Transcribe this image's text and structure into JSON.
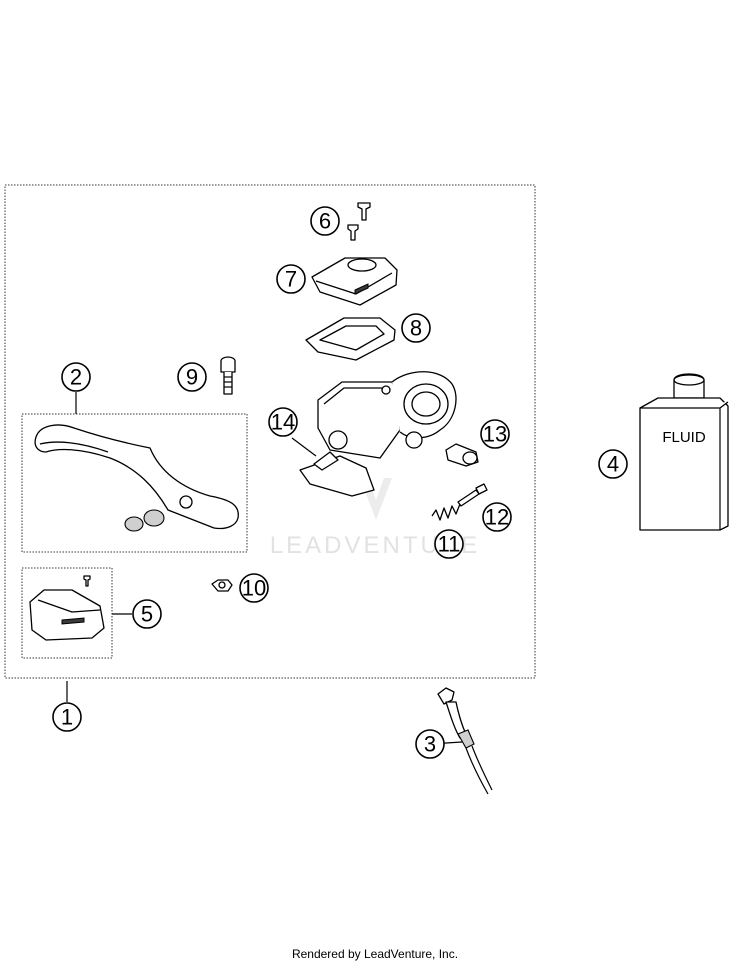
{
  "diagram": {
    "watermark": "LEADVENTURE",
    "fluid_label": "FLUID",
    "callouts": [
      {
        "id": "1",
        "label": "1"
      },
      {
        "id": "2",
        "label": "2"
      },
      {
        "id": "3",
        "label": "3"
      },
      {
        "id": "4",
        "label": "4"
      },
      {
        "id": "5",
        "label": "5"
      },
      {
        "id": "6",
        "label": "6"
      },
      {
        "id": "7",
        "label": "7"
      },
      {
        "id": "8",
        "label": "8"
      },
      {
        "id": "9",
        "label": "9"
      },
      {
        "id": "10",
        "label": "10"
      },
      {
        "id": "11",
        "label": "11"
      },
      {
        "id": "12",
        "label": "12"
      },
      {
        "id": "13",
        "label": "13"
      },
      {
        "id": "14",
        "label": "14"
      }
    ]
  },
  "footer": {
    "text": "Rendered by LeadVenture, Inc."
  }
}
